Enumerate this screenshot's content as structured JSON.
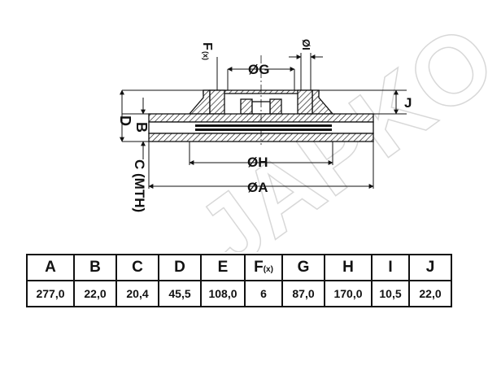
{
  "brand_watermark": "JAPKO",
  "labels": {
    "f": "F",
    "f_sub": "(x)",
    "g": "ØG",
    "i": "ØI",
    "j": "J",
    "d": "D",
    "b": "B",
    "c": "C (MTH)",
    "h": "ØH",
    "a": "ØA"
  },
  "table": {
    "headers": [
      "A",
      "B",
      "C",
      "D",
      "E",
      "F",
      "G",
      "H",
      "I",
      "J"
    ],
    "header_subscript": "(x)",
    "values": [
      "277,0",
      "22,0",
      "20,4",
      "45,5",
      "108,0",
      "6",
      "87,0",
      "170,0",
      "10,5",
      "22,0"
    ]
  }
}
